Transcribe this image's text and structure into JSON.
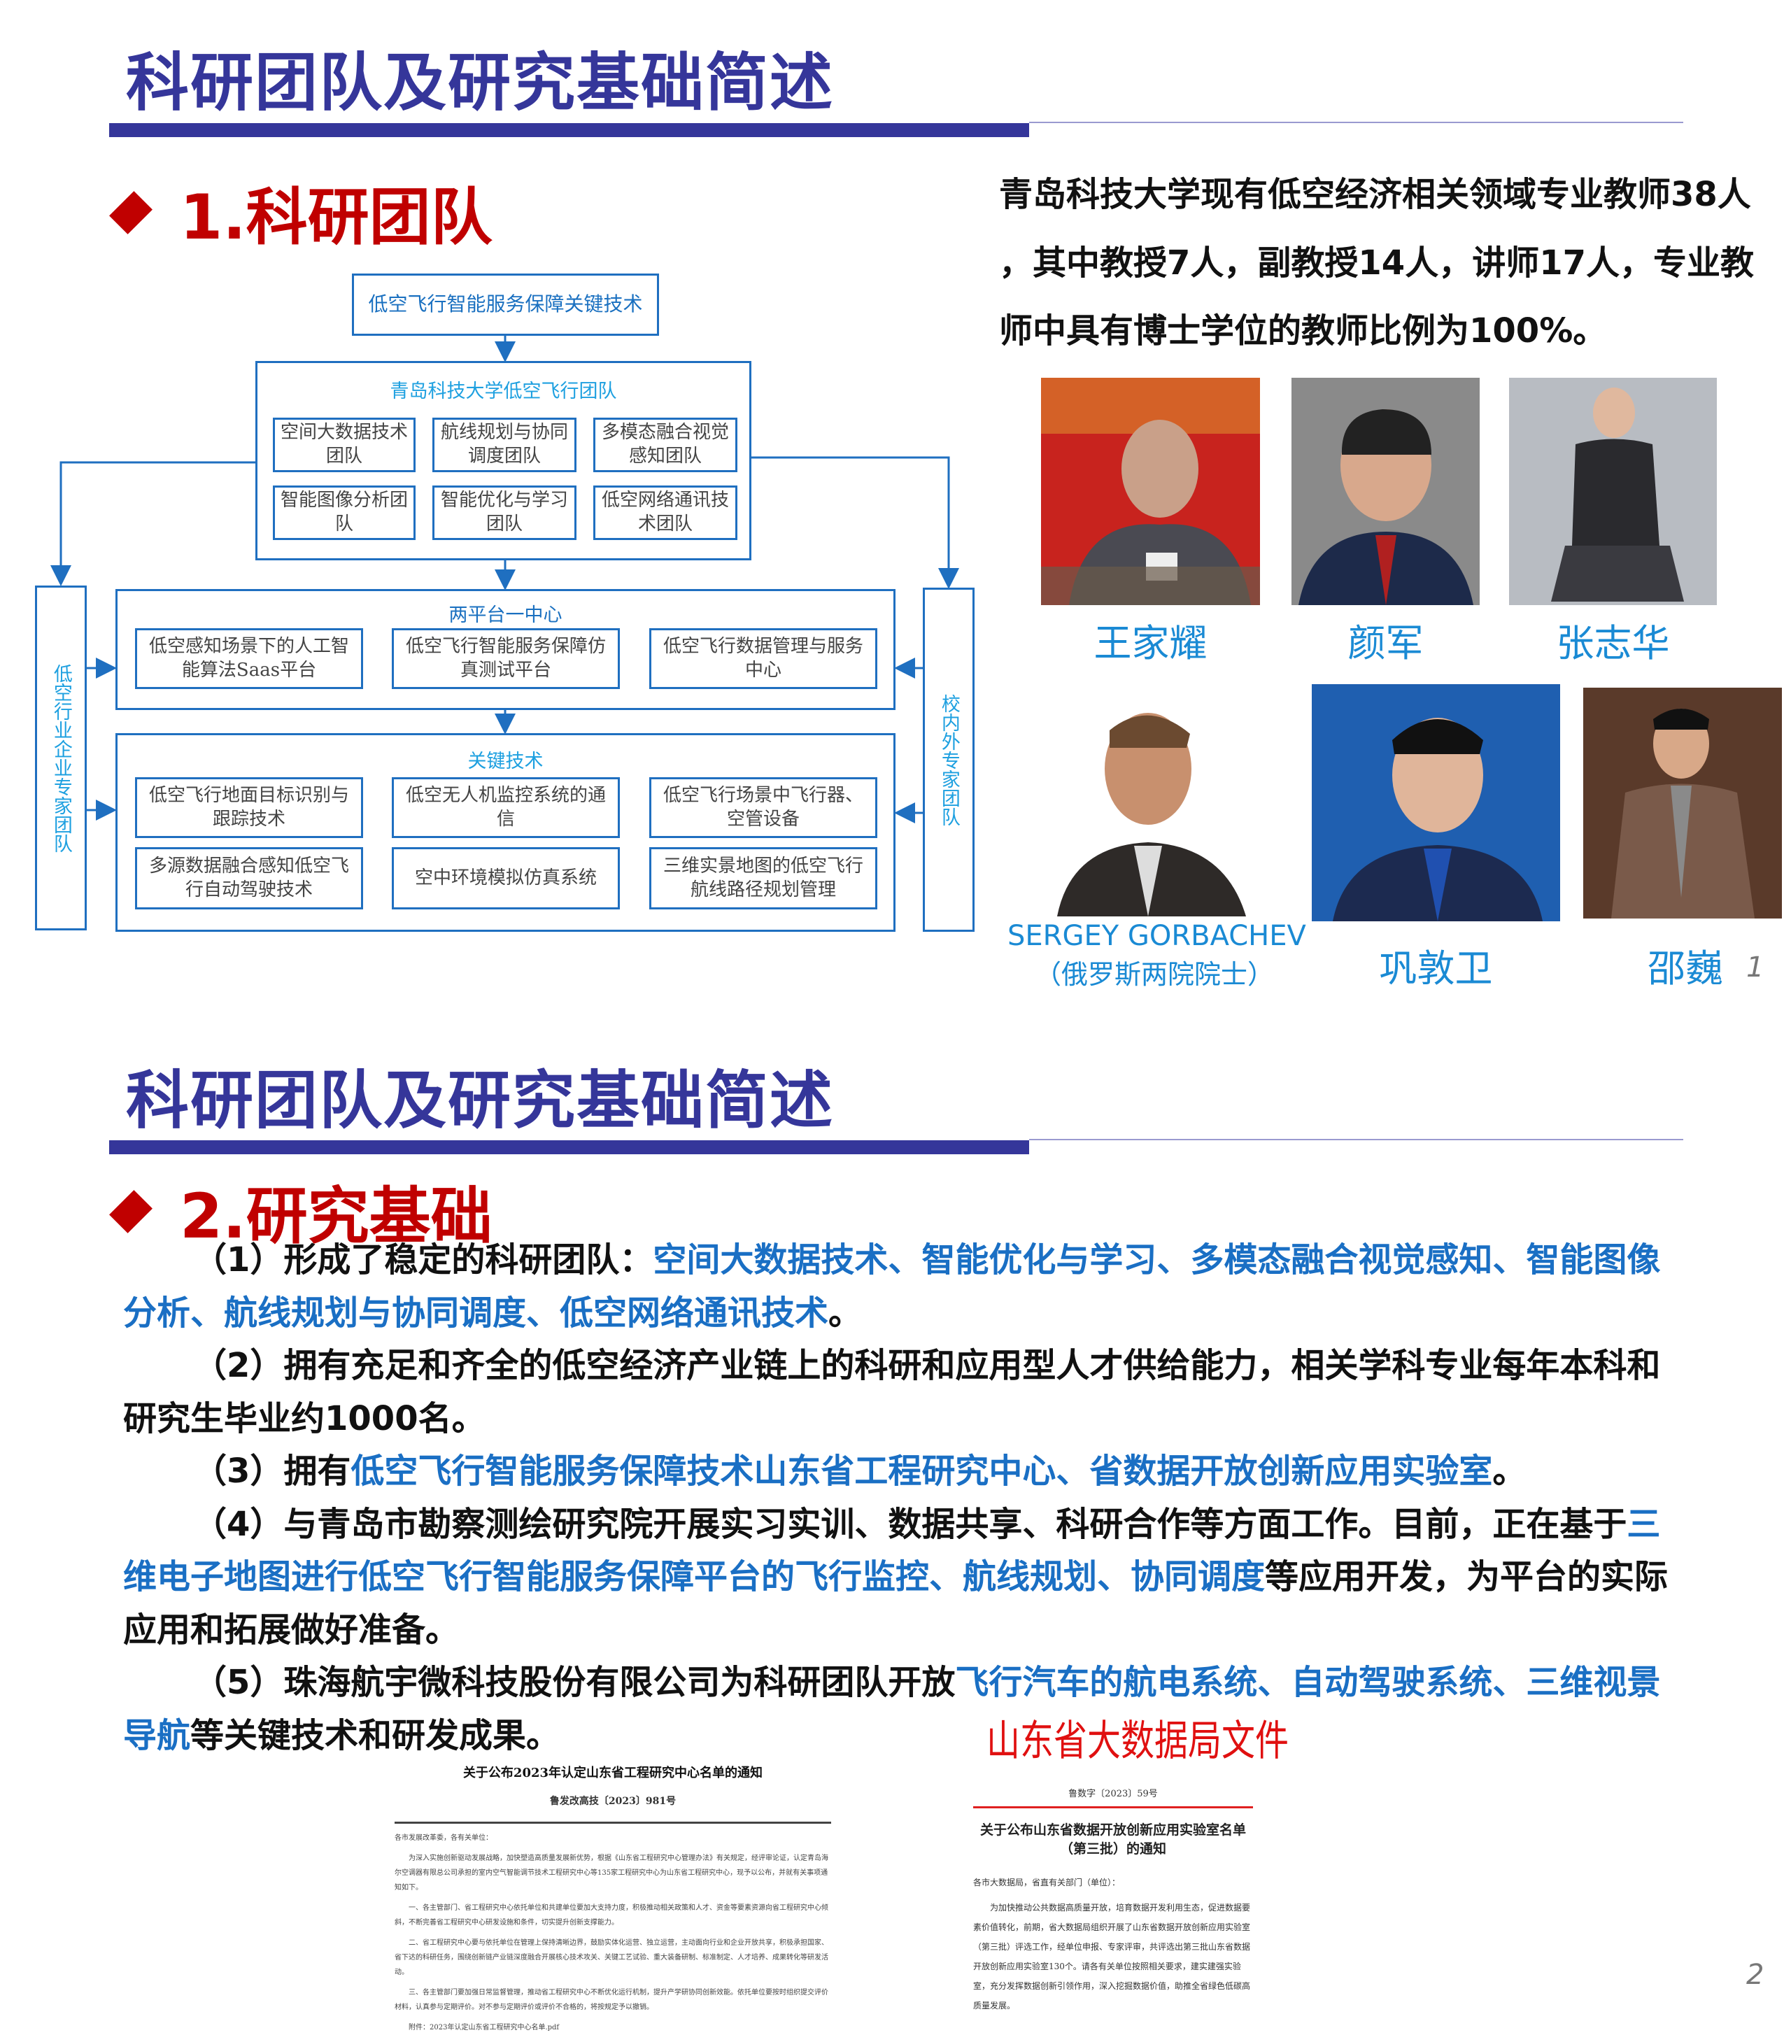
{
  "slide1": {
    "title": "科研团队及研究基础简述",
    "section": "1.科研团队",
    "intro_lines": [
      "青岛科技大学现有低空经济相关领域专业教师38人",
      "，其中教授7人，副教授14人，讲师17人，专业教",
      "师中具有博士学位的教师比例为100%。"
    ],
    "diagram": {
      "top": "低空飞行智能服务保障关键技术",
      "team_title": "青岛科技大学低空飞行团队",
      "teams": [
        "空间大数据技术团队",
        "航线规划与协同调度团队",
        "多模态融合视觉感知团队",
        "智能图像分析团队",
        "智能优化与学习团队",
        "低空网络通讯技术团队"
      ],
      "left_side": "低空行业企业专家团队",
      "right_side": "校内外专家团队",
      "platform_title": "两平台一中心",
      "platforms": [
        "低空感知场景下的人工智能算法Saas平台",
        "低空飞行智能服务保障仿真测试平台",
        "低空飞行数据管理与服务中心"
      ],
      "tech_title": "关键技术",
      "techs": [
        "低空飞行地面目标识别与跟踪技术",
        "低空无人机监控系统的通信",
        "低空飞行场景中飞行器、空管设备",
        "多源数据融合感知低空飞行自动驾驶技术",
        "空中环境模拟仿真系统",
        "三维实景地图的低空飞行航线路径规划管理"
      ]
    },
    "people": [
      {
        "name": "王家耀"
      },
      {
        "name": "颜军"
      },
      {
        "name": "张志华"
      },
      {
        "name": "SERGEY GORBACHEV",
        "note": "（俄罗斯两院院士）"
      },
      {
        "name": "巩敦卫"
      },
      {
        "name": "邵巍"
      }
    ],
    "page": "1"
  },
  "slide2": {
    "title": "科研团队及研究基础简述",
    "section": "2.研究基础",
    "paragraphs": [
      [
        {
          "t": "（1）形成了稳定的科研团队：",
          "hl": false
        },
        {
          "t": "空间大数据技术、智能优化与学习、多模态融合视觉感知、智能图像分析、航线规划与协同调度、低空网络通讯技术",
          "hl": true
        },
        {
          "t": "。",
          "hl": false
        }
      ],
      [
        {
          "t": "（2）拥有充足和齐全的低空经济产业链上的科研和应用型人才供给能力，相关学科专业每年本科和研究生毕业约1000名。",
          "hl": false
        }
      ],
      [
        {
          "t": "（3）拥有",
          "hl": false
        },
        {
          "t": "低空飞行智能服务保障技术山东省工程研究中心、省数据开放创新应用实验室",
          "hl": true
        },
        {
          "t": "。",
          "hl": false
        }
      ],
      [
        {
          "t": "（4）与青岛市勘察测绘研究院开展实习实训、数据共享、科研合作等方面工作。目前，正在基于",
          "hl": false
        },
        {
          "t": "三维电子地图进行低空飞行智能服务保障平台的飞行监控、航线规划、协同调度",
          "hl": true
        },
        {
          "t": "等应用开发，为平台的实际应用和拓展做好准备。",
          "hl": false
        }
      ],
      [
        {
          "t": "（5）珠海航宇微科技股份有限公司为科研团队开放",
          "hl": false
        },
        {
          "t": "飞行汽车的航电系统、自动驾驶系统、三维视景导航",
          "hl": true
        },
        {
          "t": "等关键技术和研发成果。",
          "hl": false
        }
      ]
    ],
    "doc1": {
      "title": "关于公布2023年认定山东省工程研究中心名单的通知",
      "number": "鲁发改高技〔2023〕981号",
      "lines": [
        "各市发展改革委，各有关单位：",
        "为深入实施创新驱动发展战略，加快塑造高质量发展新优势，根据《山东省工程研究中心管理办法》有关规定，经评审论证，认定青岛海尔空调器有限总公司承担的室内空气智能调节技术工程研究中心等135家工程研究中心为山东省工程研究中心，现予以公布，并就有关事项通知如下。",
        "一、各主管部门、省工程研究中心依托单位和共建单位要加大支持力度，积极推动相关政策和人才、资金等要素资源向省工程研究中心倾斜，不断完善省工程研究中心研发设施和条件，切实提升创新支撑能力。",
        "二、省工程研究中心要与依托单位在管理上保持清晰边界，鼓励实体化运营、独立运营，主动面向行业和企业开放共享，积极承担国家、省下达的科研任务，围绕创新链产业链深度融合开展核心技术攻关、关键工艺试验、重大装备研制、标准制定、人才培养、成果转化等研发活动。",
        "三、各主管部门要加强日常监督管理，推动省工程研究中心不断优化运行机制，提升产学研协同创新效能。依托单位要按时组织提交评价材料，认真参与定期评价。对不参与定期评价或评价不合格的，将按规定予以撤销。",
        "附件：2023年认定山东省工程研究中心名单.pdf"
      ]
    },
    "doc2": {
      "header": "山东省大数据局文件",
      "number": "鲁数字〔2023〕59号",
      "title": "关于公布山东省数据开放创新应用实验室名单（第三批）的通知",
      "lines": [
        "各市大数据局，省直有关部门（单位）：",
        "为加快推动公共数据高质量开放，培育数据开发利用生态，促进数据要素价值转化，前期，省大数据局组织开展了山东省数据开放创新应用实验室（第三批）评选工作，经单位申报、专家评审，共评选出第三批山东省数据开放创新应用实验室130个。请各有关单位按照相关要求，建实建强实验室，充分发挥数据创新引领作用，深入挖掘数据价值，助推全省绿色低碳高质量发展。"
      ]
    },
    "page": "2"
  },
  "colors": {
    "title": "#35369a",
    "section": "#c00000",
    "highlight": "#1a6fc4",
    "names": "#1a8ad4",
    "diagram_border": "#1f6fc0"
  }
}
